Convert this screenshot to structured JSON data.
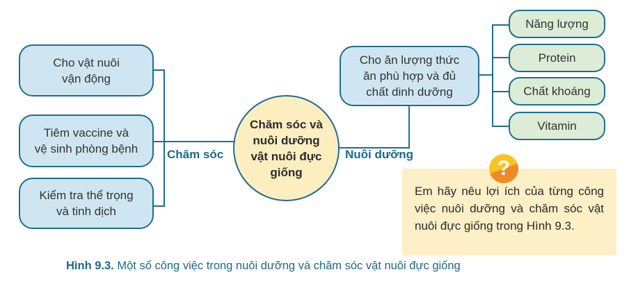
{
  "diagram": {
    "center": {
      "line1": "Chăm sóc và",
      "line2": "nuôi dưỡng",
      "line3": "vật nuôi đực",
      "line4": "giống"
    },
    "branches": {
      "left_label": "Chăm sóc",
      "right_label": "Nuôi dưỡng"
    },
    "care_items": [
      {
        "line1": "Cho vật nuôi",
        "line2": "vận động"
      },
      {
        "line1": "Tiêm vaccine và",
        "line2": "vệ sinh phòng bệnh"
      },
      {
        "line1": "Kiểm tra thể trọng",
        "line2": "và tinh dịch"
      }
    ],
    "feeding_item": {
      "line1": "Cho ăn lượng thức",
      "line2": "ăn phù hợp và đủ",
      "line3": "chất dinh dưỡng"
    },
    "nutrients": [
      {
        "label": "Năng lượng"
      },
      {
        "label": "Protein"
      },
      {
        "label": "Chất khoáng"
      },
      {
        "label": "Vitamin"
      }
    ],
    "colors": {
      "line": "#1d6e8e",
      "blue_node": "#cfe6f2",
      "green_node": "#dcecd7",
      "center_fill": "#fdeec0",
      "question_box": "#fdefc6",
      "accent_text": "#1a6a8a"
    }
  },
  "question": {
    "icon": "question-mark-icon",
    "icon_glyph": "?",
    "text": "Em hãy nêu lợi ích của từng công việc nuôi dưỡng và chăm sóc vật nuôi đực giống trong Hình 9.3."
  },
  "caption": {
    "label": "Hình 9.3.",
    "text": " Một số công việc trong nuôi dưỡng và chăm sóc vật nuôi đực giống"
  }
}
